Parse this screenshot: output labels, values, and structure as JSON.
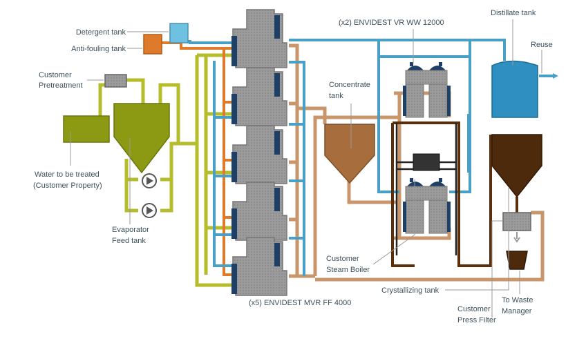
{
  "labels": {
    "detergent_tank": "Detergent tank",
    "antifouling_tank": "Anti-fouling tank",
    "customer_pretreatment_1": "Customer",
    "customer_pretreatment_2": "Pretreatment",
    "water_treated_1": "Water to be treated",
    "water_treated_2": "(Customer Property)",
    "evaporator_feed_1": "Evaporator",
    "evaporator_feed_2": "Feed tank",
    "mvr_units": "(x5) ENVIDEST MVR FF 4000",
    "vr_units": "(x2) ENVIDEST VR WW 12000",
    "concentrate_tank_1": "Concentrate",
    "concentrate_tank_2": "tank",
    "steam_boiler_1": "Customer",
    "steam_boiler_2": "Steam Boiler",
    "distillate_tank": "Distillate tank",
    "reuse": "Reuse",
    "crystallizing_tank": "Crystallizing tank",
    "press_filter_1": "Customer",
    "press_filter_2": "Press Filter",
    "waste_manager_1": "To Waste",
    "waste_manager_2": "Manager"
  },
  "colors": {
    "feed_line": "#b5bd2a",
    "distillate_line": "#4a9fc7",
    "concentrate_line": "#c9956a",
    "antifouling_line": "#e07a2b",
    "brine_line": "#5a2f0e",
    "equipment_grey": "#9b9b9b",
    "equipment_navy": "#1e3f66",
    "label_text": "#3d4f59"
  }
}
